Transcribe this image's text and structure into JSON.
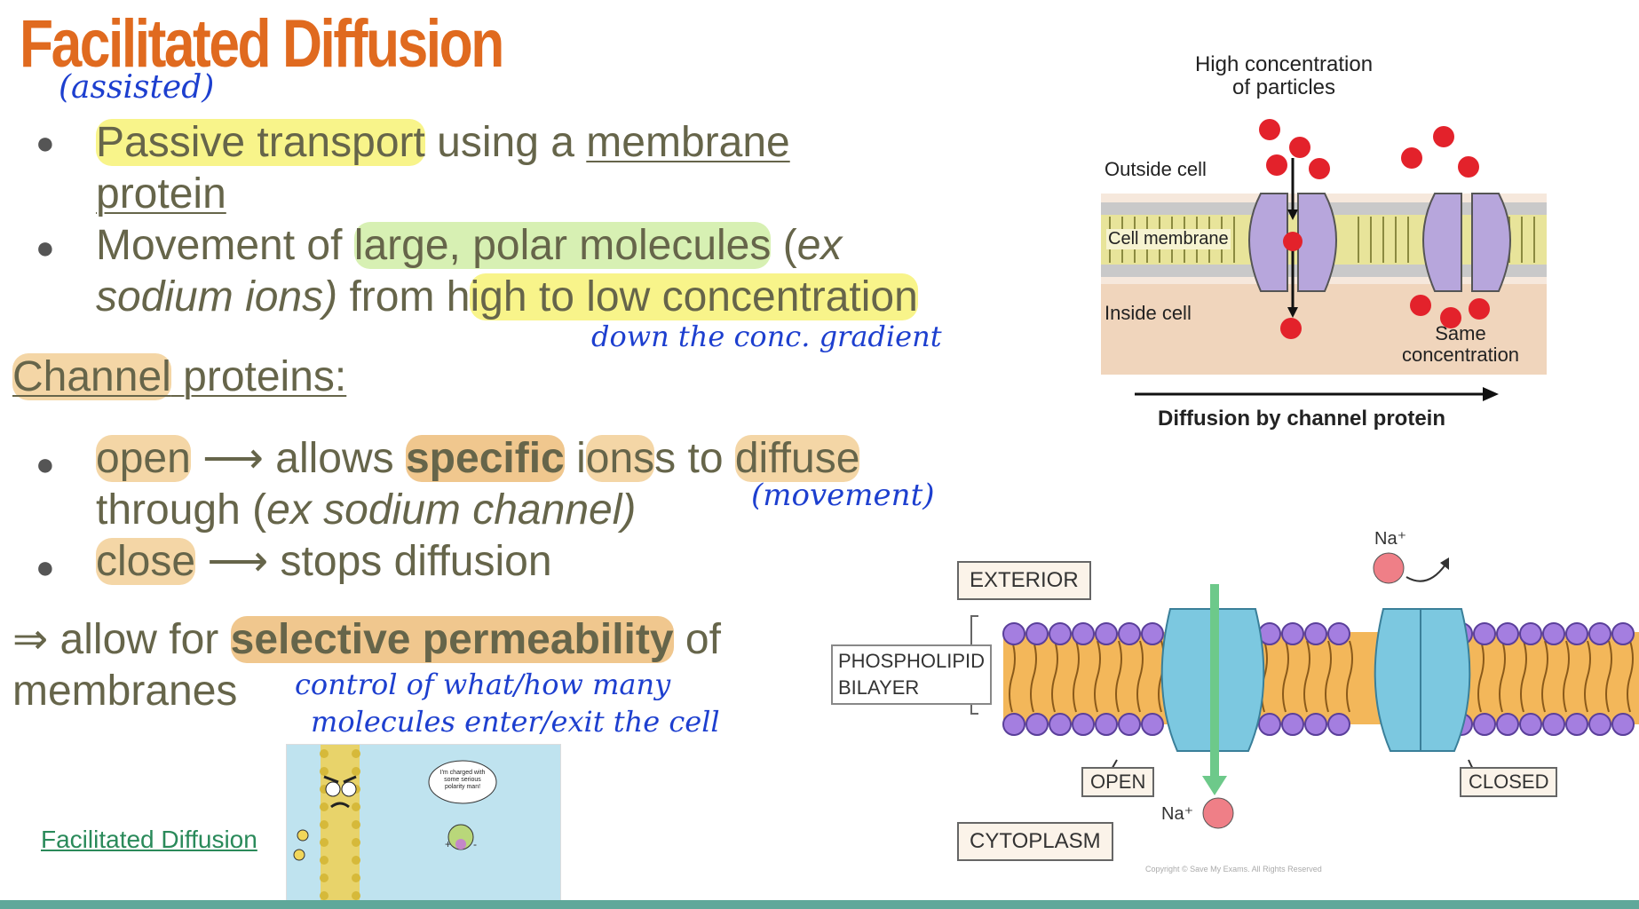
{
  "title": "Facilitated Diffusion",
  "annotations": {
    "assisted": "(assisted)",
    "down_gradient": "down the conc. gradient",
    "movement": "(movement)",
    "control": "control of what/how many",
    "control2": "molecules enter/exit the cell"
  },
  "bullets1": {
    "b1_hl": "Passive transport",
    "b1_mid": " using a ",
    "b1_u": "membrane",
    "b1_l2": "protein",
    "b2_pre": "Movement of ",
    "b2_hl": "large, polar molecules",
    "b2_paren": " (",
    "b2_ex": "ex",
    "b2_l2_ex": "sodium ions)",
    "b2_l2_mid": " from h",
    "b2_l2_hl": "igh to low concentration"
  },
  "channel_heading": {
    "word": "Channel",
    "rest": " proteins:"
  },
  "bullets2": {
    "open": "open",
    "arrow1": " ⟶ allows ",
    "specific": "specific",
    "ions_pre": " i",
    "ions_hl": "ons",
    "to": "s to ",
    "diffuse": "diffuse",
    "l2_pre": "through (",
    "l2_ex": "ex sodium channel)",
    "close": "close",
    "arrow2": " ⟶ stops diffusion"
  },
  "conclusion": {
    "pre": "⇒ allow for ",
    "bold": "selective permeability",
    "post": " of",
    "line2": "membranes"
  },
  "link": "Facilitated Diffusion",
  "video_bubble": "I'm charged with some serious polarity man!",
  "diagram1": {
    "top_label_1": "High concentration",
    "top_label_2": "of particles",
    "outside": "Outside cell",
    "membrane": "Cell membrane",
    "inside": "Inside cell",
    "same_1": "Same",
    "same_2": "concentration",
    "caption": "Diffusion by channel protein"
  },
  "diagram2": {
    "exterior": "EXTERIOR",
    "bilayer_1": "PHOSPHOLIPID",
    "bilayer_2": "BILAYER",
    "open": "OPEN",
    "closed": "CLOSED",
    "cytoplasm": "CYTOPLASM",
    "na_top": "Na⁺",
    "na_bottom": "Na⁺",
    "copyright": "Copyright © Save My Exams. All Rights Reserved"
  },
  "colors": {
    "title": "#e06a1f",
    "highlight_yellow": "#f8f48a",
    "highlight_green": "#d7f0b3",
    "highlight_orange": "#f4d6a6",
    "annotation_blue": "#1d3fcf",
    "particle_red": "#e3222b",
    "protein_purple": "#b7a6dc",
    "channel_blue": "#7cc8e0",
    "bottom_bar": "#5fa89a"
  }
}
